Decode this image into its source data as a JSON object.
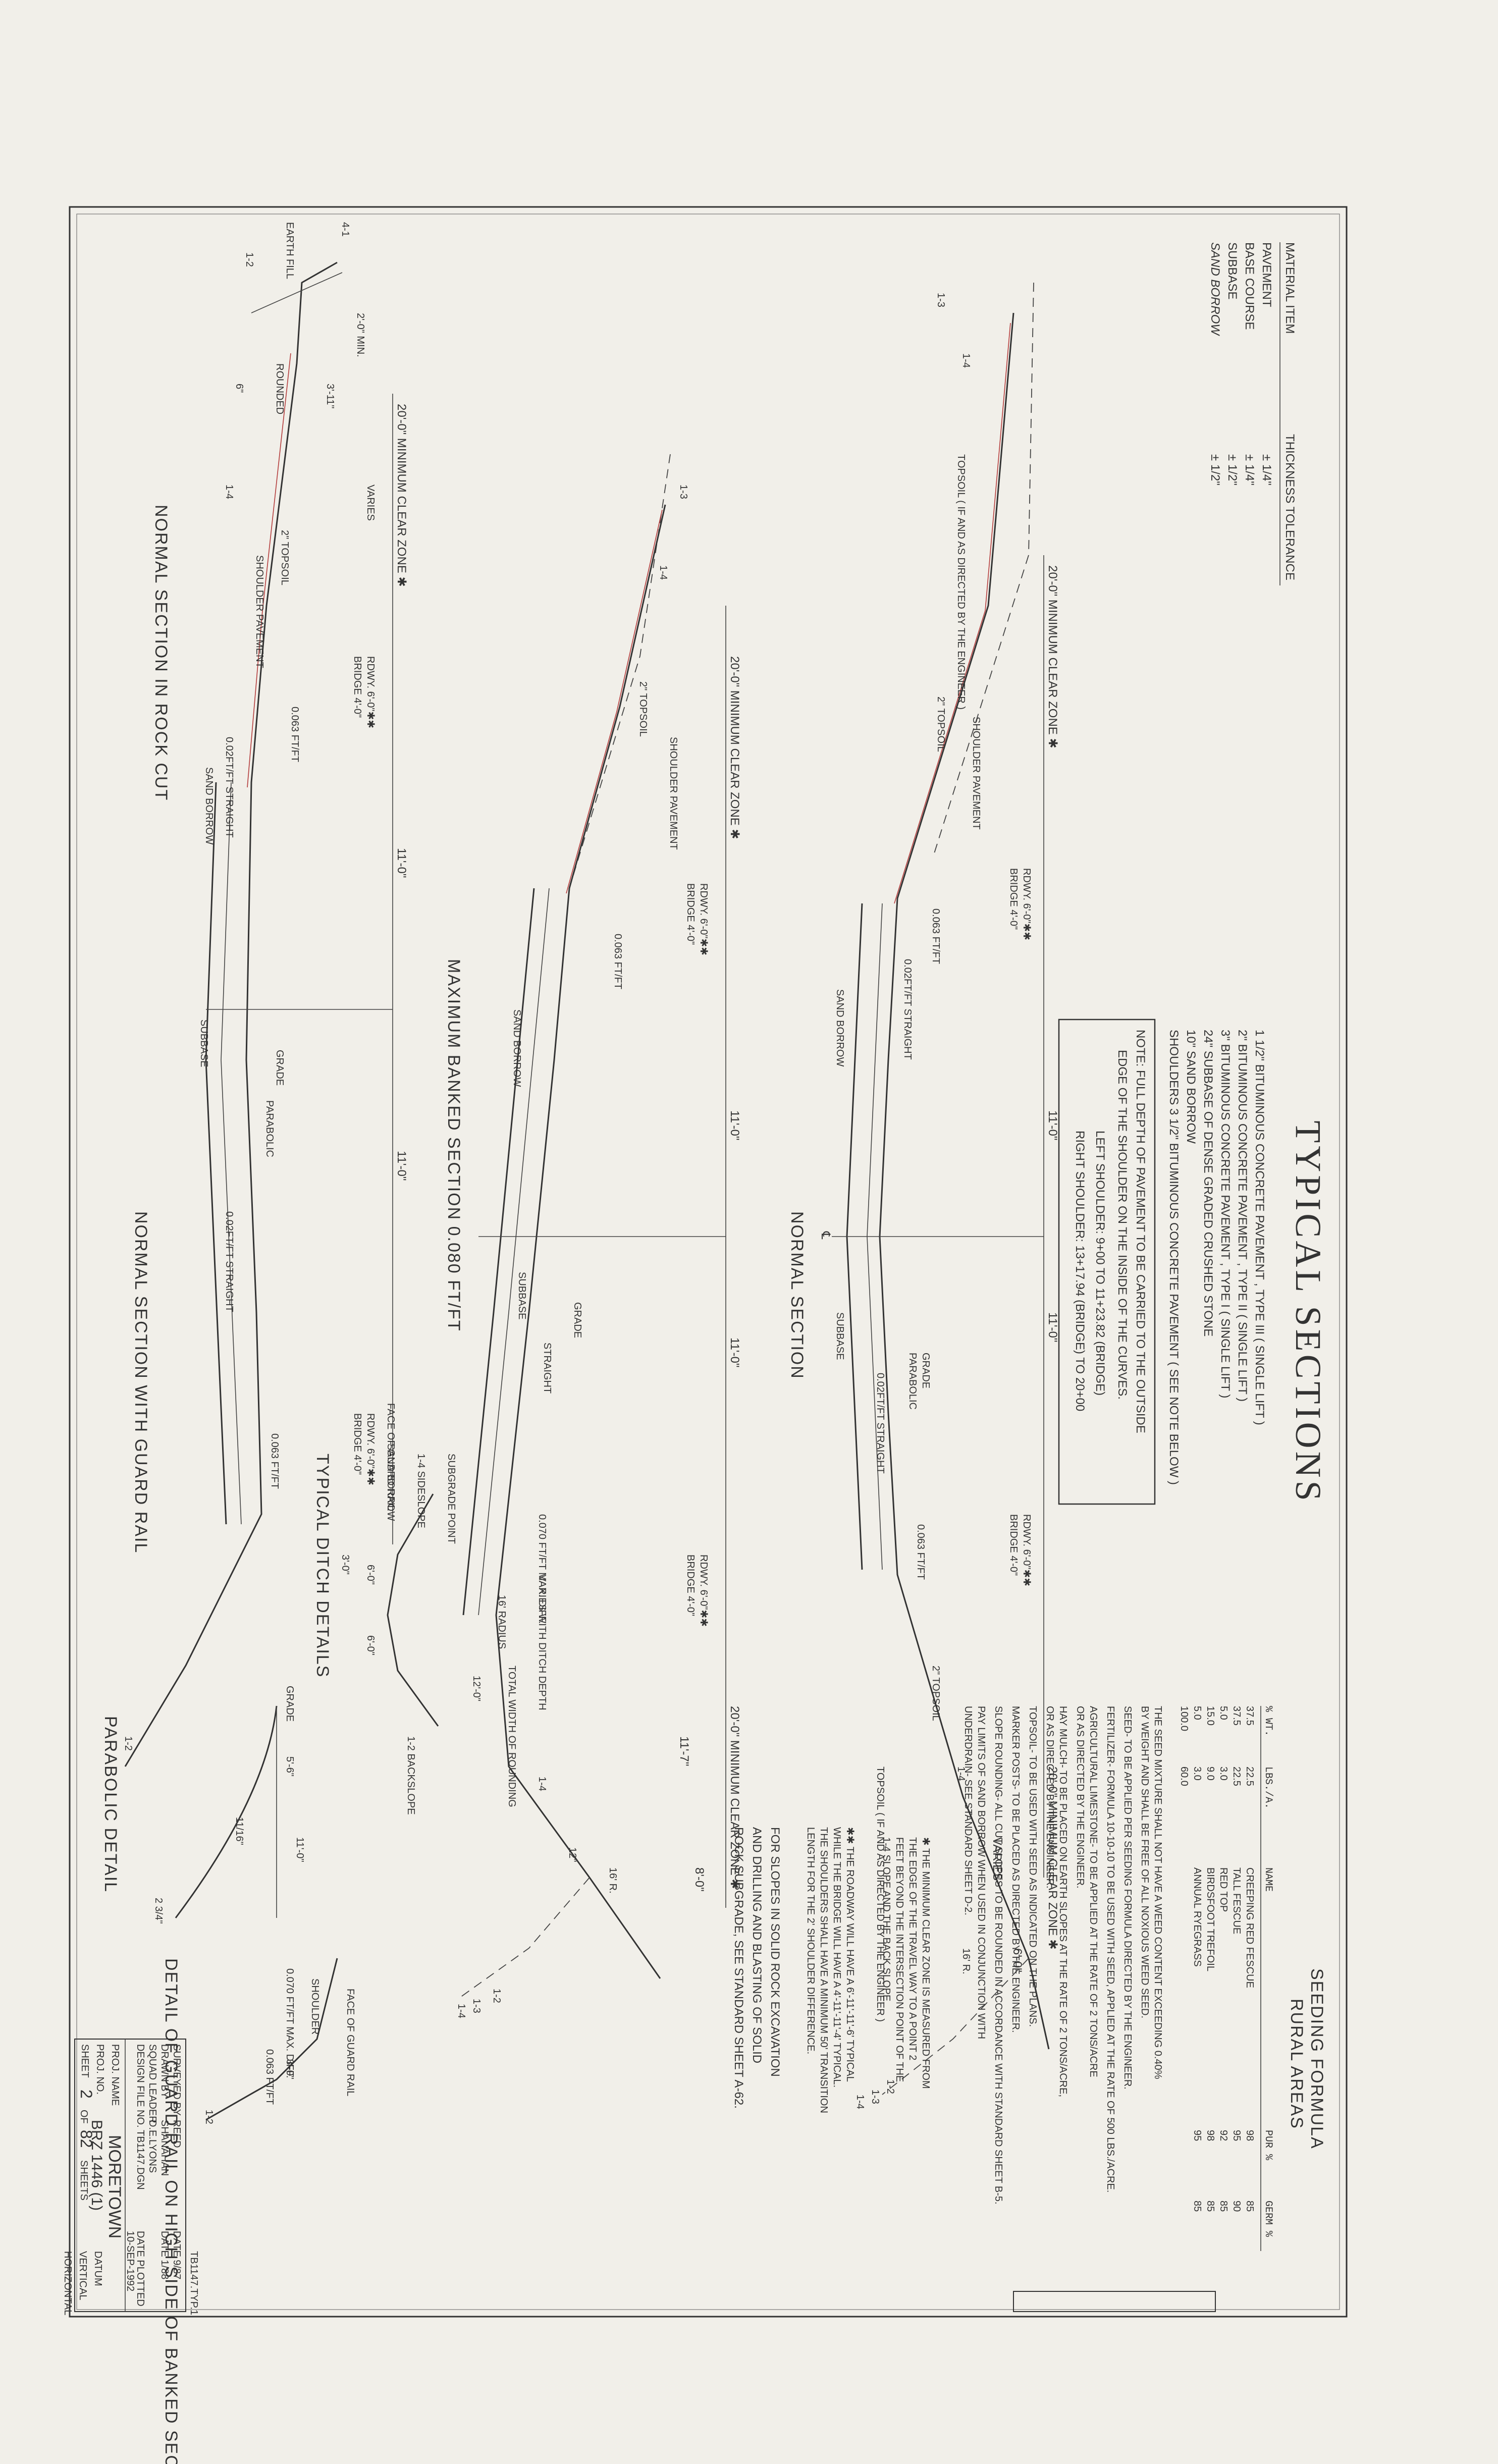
{
  "title": "TYPICAL SECTIONS",
  "datum": {
    "label": "DATUM",
    "vertical": "VERTICAL",
    "horizontal": "HORIZONTAL"
  },
  "material_table": {
    "header_item": "MATERIAL ITEM",
    "header_tol": "THICKNESS TOLERANCE",
    "rows": [
      {
        "item": "PAVEMENT",
        "tol": "± 1/4\""
      },
      {
        "item": "BASE COURSE",
        "tol": "± 1/4\""
      },
      {
        "item": "SUBBASE",
        "tol": "± 1/2\""
      },
      {
        "item": "SAND BORROW",
        "tol": "± 1/2\""
      }
    ]
  },
  "pavement_notes": [
    "1 1/2\" BITUMINOUS CONCRETE PAVEMENT , TYPE III ( SINGLE LIFT )",
    "2\" BITUMINOUS CONCRETE PAVEMENT , TYPE II ( SINGLE LIFT )",
    "3\" BITUMINOUS CONCRETE PAVEMENT , TYPE I ( SINGLE LIFT )",
    "24\" SUBBASE OF DENSE GRADED CRUSHED STONE",
    "10\" SAND BORROW",
    "SHOULDERS 3 1/2\" BITUMINOUS CONCRETE PAVEMENT ( SEE NOTE BELOW )"
  ],
  "full_depth_note": [
    "NOTE: FULL DEPTH OF PAVEMENT TO BE CARRIED TO THE OUTSIDE",
    "EDGE OF THE SHOULDER ON THE INSIDE OF THE CURVES.",
    "LEFT SHOULDER: 9+00 TO 11+23.82 (BRIDGE)",
    "RIGHT SHOULDER: 13+17.94 (BRIDGE) TO 20+00"
  ],
  "sections": {
    "normal": "NORMAL SECTION",
    "banked": "MAXIMUM BANKED SECTION 0.080 FT/FT",
    "rock": "NORMAL SECTION IN ROCK CUT",
    "guard": "NORMAL SECTION WITH GUARD RAIL",
    "ditch": "TYPICAL DITCH DETAILS",
    "parabolic": "PARABOLIC DETAIL",
    "guard_detail": "DETAIL OF GUARD RAIL ON HIGH SIDE OF BANKED SECTION"
  },
  "dim_labels": {
    "clear_zone": "20'-0\" MINIMUM CLEAR ZONE ✱",
    "lane": "11'-0\"",
    "lane_banked": "11'-7\"",
    "rdwy": "RDWY. 6'-0\"✱✱",
    "bridge": "BRIDGE 4'-0\"",
    "varies": "VARIES",
    "six_ft": "6'-0\"",
    "eight_ft": "8'-0\"",
    "three_ft": "3'-0\"",
    "three_eleven": "3'-11\"",
    "two_ft_min": "2'-0\" MIN.",
    "radius16": "16' R.",
    "twelve_in": "12\"",
    "six_in": "6\"",
    "radius16_ditch": "16' RADIUS",
    "twelve_ft": "12'-0\"",
    "five_six": "5'-6\"",
    "eleven_sixteenth": "11/16\"",
    "two_three_quarter": "2 3/4\""
  },
  "slopes": {
    "slope_063": "0.063 FT/FT",
    "slope_002": "0.02FT/FT STRAIGHT",
    "slope_070": "0.070 FT/FT MAX. DIFF.",
    "s14": "1-4",
    "s13": "1-3",
    "s12": "1-2",
    "s41": "4-1"
  },
  "callouts": {
    "topsoil_note": "TOPSOIL ( IF AND AS DIRECTED BY THE ENGINEER )",
    "shoulder_pavement": "SHOULDER PAVEMENT",
    "topsoil2": "2\" TOPSOIL",
    "sand_borrow": "SAND BORROW",
    "subbase": "SUBBASE",
    "grade": "GRADE",
    "parabolic": "PARABOLIC",
    "straight": "STRAIGHT",
    "earth_fill": "EARTH FILL",
    "rounded": "ROUNDED",
    "face_guard_rail": "FACE OF GUARD RAIL",
    "subgrade_point": "SUBGRADE POINT",
    "sideslope": "1-4 SIDESLOPE",
    "backslope": "1-2 BACKSLOPE",
    "varies_ditch": "VARIES WITH DITCH DEPTH",
    "total_width": "TOTAL WIDTH OF ROUNDING",
    "shoulder": "SHOULDER",
    "cl": "℄"
  },
  "seeding": {
    "title": "SEEDING FORMULA",
    "subtitle": "RURAL AREAS",
    "headers": [
      "% WT.",
      "LBS./A.",
      "NAME",
      "PUR %",
      "GERM %"
    ],
    "rows": [
      [
        "37.5",
        "22.5",
        "CREEPING RED FESCUE",
        "98",
        "85"
      ],
      [
        "37.5",
        "22.5",
        "TALL FESCUE",
        "95",
        "90"
      ],
      [
        "5.0",
        "3.0",
        "RED TOP",
        "92",
        "85"
      ],
      [
        "15.0",
        "9.0",
        "BIRDSFOOT TREFOIL",
        "98",
        "85"
      ],
      [
        "5.0",
        "3.0",
        "ANNUAL RYEGRASS",
        "95",
        "85"
      ],
      [
        "100.0",
        "60.0",
        "",
        "",
        ""
      ]
    ],
    "notes": [
      "THE SEED MIXTURE SHALL NOT HAVE A WEED CONTENT EXCEEDING 0.40%",
      "BY WEIGHT AND SHALL BE FREE OF ALL NOXIOUS WEED SEED.",
      "SEED- TO BE APPLIED PER SEEDING FORMULA DIRECTED BY THE ENGINEER.",
      "FERTILIZER- FORMULA 10-10-10 TO BE USED WITH SEED, APPLIED AT THE RATE OF 500 LBS./ACRE.",
      "AGRICULTURAL LIMESTONE- TO BE APPLIED AT THE RATE OF 2 TONS/ACRE",
      "OR AS DIRECTED BY THE ENGINEER.",
      "HAY MULCH- TO BE PLACED ON EARTH SLOPES AT THE RATE OF 2 TONS/ACRE,",
      "OR AS DIRECTED BY THE ENGINEER.",
      "TOPSOIL- TO BE USED WITH SEED AS INDICATED ON THE PLANS.",
      "MARKER POSTS- TO BE PLACED AS DIRECTED BY THE ENGINEER.",
      "SLOPE ROUNDING- ALL CUT SLOPES TO BE ROUNDED IN ACCORDANCE WITH STANDARD SHEET B-5.",
      "PAY LIMITS OF SAND BORROW WHEN USED IN CONJUNCTION WITH",
      "UNDERDRAIN- SEE STANDARD SHEET D-2."
    ]
  },
  "star_notes": {
    "one": [
      "✱ THE MINIMUM CLEAR ZONE IS MEASURED FROM",
      "THE EDGE OF THE TRAVEL WAY TO A POINT 2",
      "FEET BEYOND THE INTERSECTION POINT OF THE",
      "1-4 SLOPE AND THE BACK SLOPE."
    ],
    "two": [
      "✱✱ THE ROADWAY WILL HAVE A 6'-11'-11'-6' TYPICAL",
      "WHILE THE BRIDGE WILL HAVE A 4'-11'-11'-4' TYPICAL.",
      "THE SHOULDERS SHALL HAVE A MINIMUM 50' TRANSITION",
      "LENGTH FOR THE 2' SHOULDER DIFFERENCE."
    ],
    "rock": [
      "FOR SLOPES IN SOLID ROCK EXCAVATION",
      "AND DRILLING AND BLASTING OF SOLID",
      "ROCK SUBGRADE, SEE STANDARD SHEET A-62."
    ]
  },
  "title_block": {
    "surveyed_by": "SURVEYED BY",
    "surveyed_val": "REED",
    "drawn_by": "DRAWN BY",
    "drawn_val": "SHANAHAN",
    "squad_leader": "SQUAD LEADER",
    "squad_val": "D.E.LYONS",
    "design_file": "DESIGN FILE NO.",
    "design_val": "TB1147.DGN",
    "proj_name": "PROJ. NAME",
    "proj_name_val": "MORETOWN",
    "proj_no": "PROJ. NO.",
    "proj_no_val": "BRZ 1446 (1)",
    "sheet": "SHEET",
    "sheet_no": "2",
    "of": "OF",
    "sheet_total": "82",
    "sheets": "SHEETS",
    "date1": "DATE 9/87",
    "date2": "DATE 1/88",
    "date_plotted": "DATE PLOTTED",
    "date_plotted_val": "10-SEP-1992",
    "file_tag": "TB1147.TYP.1"
  }
}
